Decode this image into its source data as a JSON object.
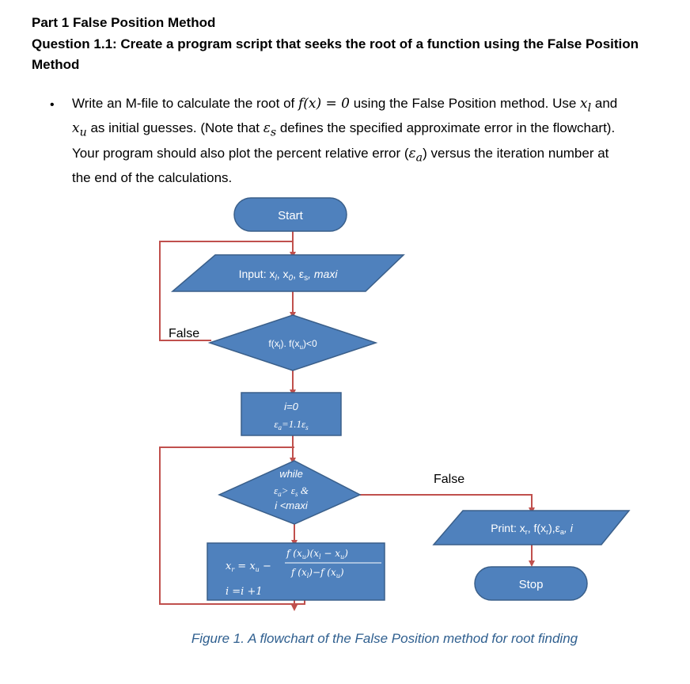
{
  "header": {
    "part_title": "Part 1 False Position Method",
    "question_title": "Question 1.1: Create a program script that seeks the root of a function using the False Position Method"
  },
  "body": {
    "bullet_parts": [
      "Write an M-file to calculate the root of ",
      "f(x) = 0",
      " using the False Position method. Use ",
      "x",
      "l",
      " and ",
      "x",
      "u",
      " as initial guesses. (Note that ",
      "ε",
      "s",
      " defines the specified approximate error in the flowchart). Your program should also plot the percent relative error (",
      "ε",
      "a",
      ") versus the iteration number at the end of the calculations."
    ]
  },
  "flowchart": {
    "start_label": "Start",
    "input_label": "Input: x",
    "input_sub1": "l",
    "input_mid": ", x",
    "input_sub2": "0",
    "input_rest1": ", ε",
    "input_sub3": "s",
    "input_rest2": ", maxi",
    "decision1_a": "f(x",
    "decision1_sub1": "l",
    "decision1_b": "). f(x",
    "decision1_sub2": "u",
    "decision1_c": ")<0",
    "false_label_1": "False",
    "init_line1": "i=0",
    "init_line2_a": "ε",
    "init_line2_sub": "a",
    "init_line2_b": "=1.1ε",
    "init_line2_sub2": "s",
    "while_line1": "while",
    "while_line2_a": "ε",
    "while_line2_sub1": "a",
    "while_line2_b": "> ε",
    "while_line2_sub2": "s",
    "while_line2_c": " &",
    "while_line3": "i <maxi",
    "false_label_2": "False",
    "update_lhs": "x",
    "update_lhs_sub": "r",
    "update_eq": " = x",
    "update_eq_sub": "u",
    "update_minus": " −",
    "update_num": "f (x",
    "update_num_sub1": "u",
    "update_num_b": ")(x",
    "update_num_sub2": "l",
    "update_num_c": " − x",
    "update_num_sub3": "u",
    "update_num_d": ")",
    "update_den": "f (x",
    "update_den_sub1": "l",
    "update_den_b": ")−f (x",
    "update_den_sub2": "u",
    "update_den_c": ")",
    "update_line2": "i =i +1",
    "print_a": "Print: x",
    "print_sub1": "r",
    "print_b": ", f(x",
    "print_sub2": "r",
    "print_c": "),ε",
    "print_sub3": "a",
    "print_d": ", i",
    "stop_label": "Stop",
    "colors": {
      "fill": "#4f81bd",
      "stroke": "#3a5f8a",
      "arrow": "#c0504d",
      "text": "#ffffff"
    }
  },
  "caption": "Figure 1. A flowchart of the False Position method for root finding"
}
